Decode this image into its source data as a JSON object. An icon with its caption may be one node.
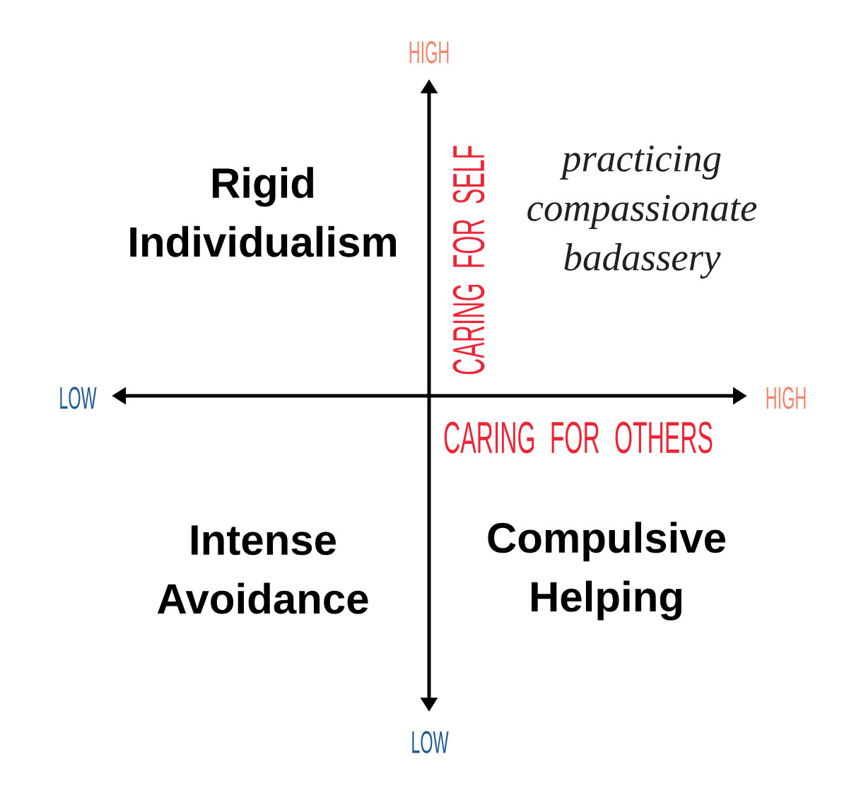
{
  "diagram": {
    "labels": [
      "HIGH",
      "Rigid Individualism",
      "CARING FOR SELF",
      "practicing compassionate badassery",
      "LOW",
      "HIGH",
      "CARING FOR OTHERS",
      "Intense Avoidance",
      "Compulsive Helping",
      "LOW"
    ]
  }
}
